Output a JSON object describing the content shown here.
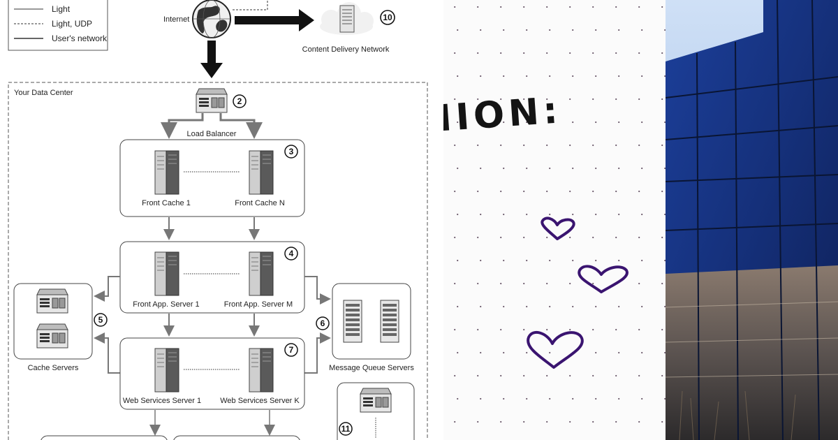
{
  "legend": {
    "items": [
      "Light",
      "Light, UDP",
      "User's network"
    ]
  },
  "internet": {
    "label": "Internet"
  },
  "cdn": {
    "label": "Content Delivery Network",
    "number": "10"
  },
  "datacenter": {
    "label": "Your Data Center"
  },
  "load_balancer": {
    "label": "Load Balancer",
    "number": "2"
  },
  "front_cache": {
    "left": "Front Cache 1",
    "right": "Front Cache N",
    "number": "3"
  },
  "front_app": {
    "left": "Front App. Server 1",
    "right": "Front App. Server M",
    "number": "4"
  },
  "cache_servers": {
    "label": "Cache Servers",
    "number": "5"
  },
  "message_queue": {
    "label": "Message Queue Servers",
    "number": "6"
  },
  "web_services": {
    "left": "Web Services Server 1",
    "right": "Web Services Server K",
    "number": "7"
  },
  "box_11": {
    "number": "11"
  },
  "note": {
    "handwriting": "IION:"
  }
}
